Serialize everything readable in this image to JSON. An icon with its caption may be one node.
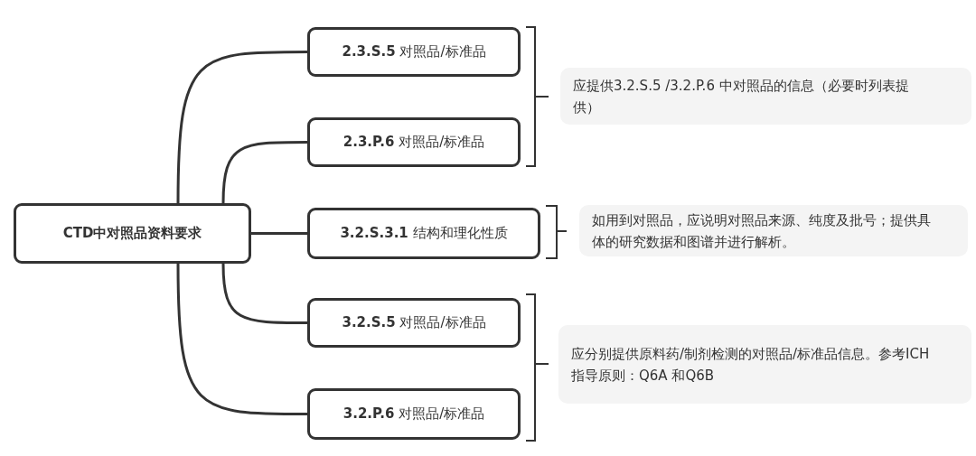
{
  "diagram": {
    "nodes": [
      {
        "text": [
          "CTD中对照品资料要求"
        ]
      },
      {
        "text": [
          "**2.3.S.5** 对照品/标准品"
        ]
      },
      {
        "text": [
          "**2.3.P.6** 对照品/标准品"
        ]
      },
      {
        "text": [
          "**3.2.S.3.1** 结构和理化性质"
        ]
      },
      {
        "text": [
          "**3.2.S.5** 对照品/标准品"
        ]
      },
      {
        "text": [
          "**3.2.P.6** 对照品/标准品"
        ]
      },
      {
        "text": [
          "应提供3.2.S.5 /3.2.P.6 中对照品的信息（必要时列表提供）"
        ]
      },
      {
        "text": [
          "如用到对照品，应说明对照品来源、纯度及批号；提供具体的研究数据和图谱并进行解析。"
        ]
      },
      {
        "text": [
          "应分别提供原料药/制剂检测的对照品/标准品信息。参考ICH 指导原则：Q6A 和Q6B"
        ]
      }
    ],
    "edges": [
      {
        "from": 0,
        "to": 1,
        "arrow": "none"
      },
      {
        "from": 0,
        "to": 2,
        "arrow": "none"
      },
      {
        "from": 0,
        "to": 3,
        "arrow": "none"
      },
      {
        "from": 0,
        "to": 4,
        "arrow": "none"
      },
      {
        "from": 0,
        "to": 5,
        "arrow": "none"
      }
    ]
  }
}
